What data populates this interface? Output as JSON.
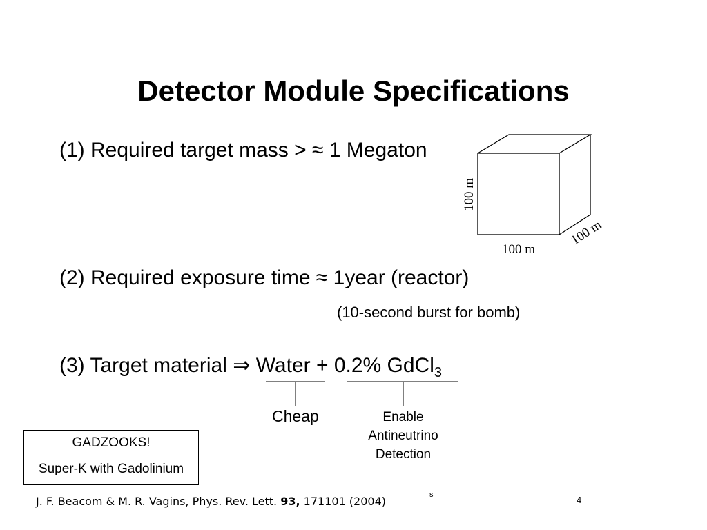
{
  "slide": {
    "title": "Detector Module Specifications",
    "points": [
      {
        "text": "(1) Required target mass > ≈ 1 Megaton"
      },
      {
        "text": "(2) Required exposure time ≈ 1year (reactor)",
        "note": "(10-second burst for bomb)"
      },
      {
        "prefix": "(3) Target material",
        "arrow": "⇒",
        "material": "Water",
        "plus": "+",
        "additive": "0.2% GdCl",
        "subscript": "3"
      }
    ],
    "annotations": {
      "cheap": "Cheap",
      "enable": "Enable Antineutrino Detection"
    },
    "box": {
      "line1": "GADZOOKS!",
      "line2": "Super-K with Gadolinium"
    },
    "cube": {
      "height_label": "100 m",
      "width_label": "100 m",
      "depth_label": "100 m"
    },
    "citation": {
      "authors": "J. F. Beacom & M. R. Vagins, Phys. Rev. Lett.",
      "volume": "93,",
      "rest": "171101 (2004)"
    },
    "small_mark": "s",
    "page_number": "4"
  }
}
